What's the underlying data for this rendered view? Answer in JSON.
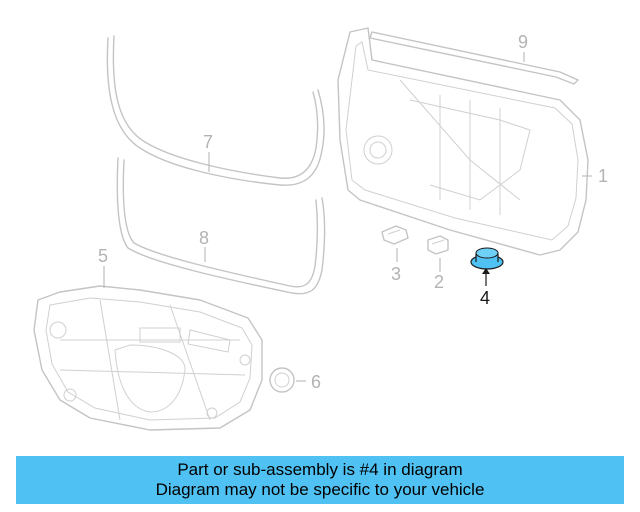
{
  "diagram": {
    "highlighted_part": "4",
    "highlight_color": "#4fc1f3",
    "callouts": {
      "p1": "1",
      "p2": "2",
      "p3": "3",
      "p4": "4",
      "p5": "5",
      "p6": "6",
      "p7": "7",
      "p8": "8",
      "p9": "9"
    }
  },
  "banner": {
    "line1": "Part or sub-assembly is #4 in diagram",
    "line2": "Diagram may not be specific to your vehicle",
    "background_color": "#4fc1f3"
  }
}
